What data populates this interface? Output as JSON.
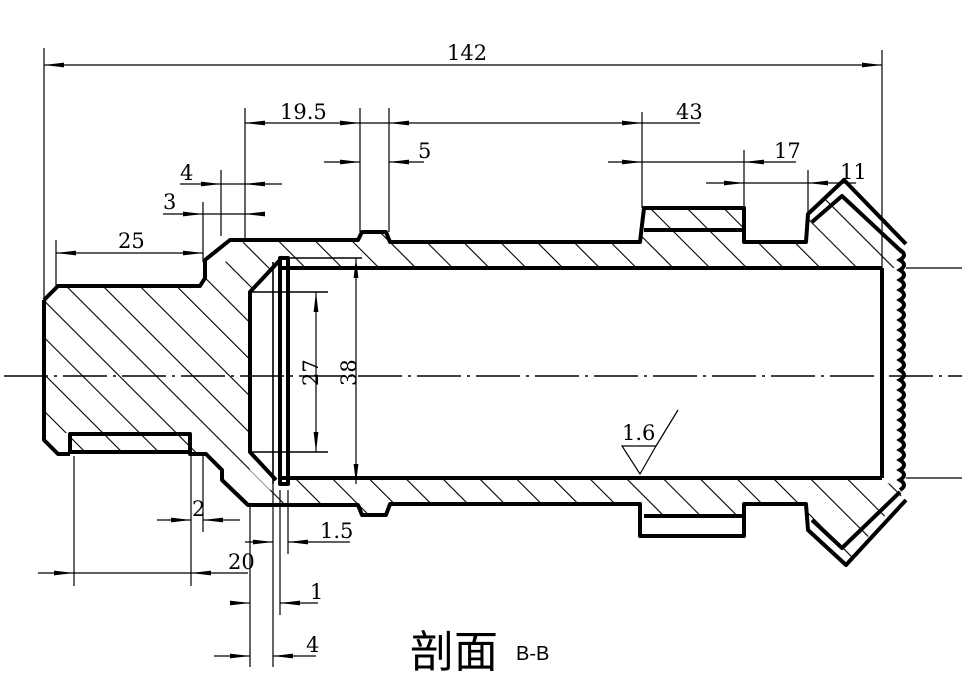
{
  "drawing": {
    "type": "mechanical section drawing",
    "view_title": "剖面",
    "view_label": "B-B",
    "colors": {
      "line": "#000000",
      "background": "#ffffff"
    }
  },
  "dimensions": {
    "overall_length": "142",
    "d_19_5": "19.5",
    "d_43": "43",
    "d_5": "5",
    "d_17": "17",
    "d_11": "11",
    "d_4_top": "4",
    "d_3": "3",
    "d_25": "25",
    "d_27": "27",
    "d_38": "38",
    "d_2": "2",
    "d_20": "20",
    "d_1_5": "1.5",
    "d_1": "1",
    "d_4_bottom": "4"
  },
  "surface_finish": {
    "roughness": "1.6"
  }
}
